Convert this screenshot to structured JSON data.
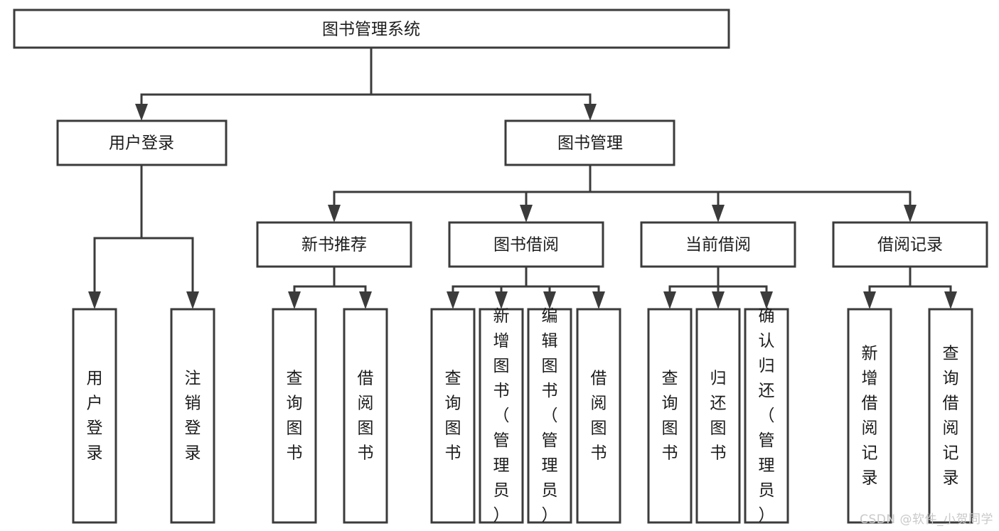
{
  "diagram": {
    "type": "tree",
    "title": "图书管理系统",
    "root": {
      "label": "图书管理系统"
    },
    "level2": [
      {
        "label": "用户登录"
      },
      {
        "label": "图书管理"
      }
    ],
    "level3": [
      {
        "label": "新书推荐"
      },
      {
        "label": "图书借阅"
      },
      {
        "label": "当前借阅"
      },
      {
        "label": "借阅记录"
      }
    ],
    "leaves": {
      "user_login": [
        {
          "label": "用户登录"
        },
        {
          "label": "注销登录"
        }
      ],
      "new_book_recommend": [
        {
          "label": "查询图书"
        },
        {
          "label": "借阅图书"
        }
      ],
      "book_borrow": [
        {
          "label": "查询图书"
        },
        {
          "label": "新增图书（管理员）"
        },
        {
          "label": "编辑图书（管理员）"
        },
        {
          "label": "借阅图书"
        }
      ],
      "current_borrow": [
        {
          "label": "查询图书"
        },
        {
          "label": "归还图书"
        },
        {
          "label": "确认归还（管理员）"
        }
      ],
      "borrow_record": [
        {
          "label": "新增借阅记录"
        },
        {
          "label": "查询借阅记录"
        }
      ]
    }
  },
  "watermark": {
    "text": "CSDN @软件_小贺同学"
  },
  "colors": {
    "stroke": "#3b3b3b",
    "text": "#1c1c1c",
    "background": "#ffffff",
    "watermark": "#c9c9c9"
  }
}
